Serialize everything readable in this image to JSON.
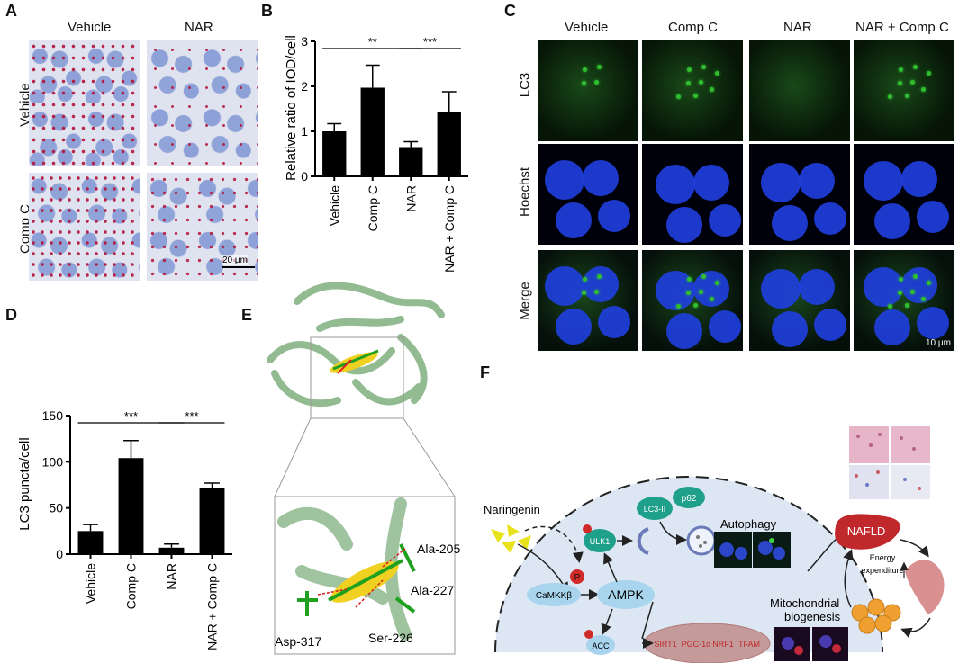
{
  "panel_letters": {
    "a": "A",
    "b": "B",
    "c": "C",
    "d": "D",
    "e": "E",
    "f": "F"
  },
  "panel_a": {
    "col_labels": [
      "Vehicle",
      "NAR"
    ],
    "row_labels": [
      "Vehicle",
      "Comp  C"
    ],
    "scale_bar": "20 μm"
  },
  "panel_c": {
    "col_labels": [
      "Vehicle",
      "Comp C",
      "NAR",
      "NAR + Comp C"
    ],
    "row_labels": [
      "LC3",
      "Hoechst",
      "Merge"
    ],
    "scale_bar": "10 μm",
    "colors": {
      "lc3": "#2fbf2f",
      "hoechst": "#1f3fe0"
    }
  },
  "panel_e": {
    "residues": [
      "Ala-205",
      "Ala-227",
      "Ser-226",
      "Asp-317"
    ],
    "colors": {
      "protein": "#7fb07f",
      "ligand": "#f0d020"
    }
  },
  "panel_f": {
    "labels": {
      "naringenin": "Naringenin",
      "camkkb": "CaMKKβ",
      "ampk": "AMPK",
      "ulk1": "ULK1",
      "acc": "ACC",
      "lc3ii": "LC3-II",
      "p62": "p62",
      "autophagy": "Autophagy",
      "mito": "Mitochondrial",
      "biogenesis": "biogenesis",
      "pathway": [
        "SIRT1",
        "PGC-1α",
        "NRF1",
        "TFAM"
      ],
      "nafld": "NAFLD",
      "energy1": "Energy",
      "energy2": "expenditure",
      "p": "P"
    },
    "colors": {
      "cell_bg": "#dde6f3",
      "node": "#a8d4ee",
      "ulk": "#1fa08a",
      "p": "#d12a2a",
      "liver": "#c0282b"
    }
  },
  "chart_data": [
    {
      "type": "bar",
      "panel": "B",
      "categories": [
        "Vehicle",
        "Comp  C",
        "NAR",
        "NAR + Comp C"
      ],
      "values": [
        1.0,
        1.97,
        0.65,
        1.43
      ],
      "errors": [
        0.17,
        0.5,
        0.12,
        0.45
      ],
      "ylabel": "Relative ratio of IOD/cell",
      "ylim": [
        0,
        3
      ],
      "yticks": [
        "0",
        "1",
        "2",
        "3"
      ],
      "significance": [
        {
          "pair": [
            0,
            2
          ],
          "label": "**"
        },
        {
          "pair": [
            2,
            3
          ],
          "label": "***"
        }
      ],
      "color": "#000000"
    },
    {
      "type": "bar",
      "panel": "D",
      "categories": [
        "Vehicle",
        "Comp C",
        "NAR",
        "NAR + Comp C"
      ],
      "values": [
        25,
        104,
        7,
        72
      ],
      "errors": [
        7,
        19,
        4,
        5
      ],
      "ylabel": "LC3 puncta/cell",
      "ylim": [
        0,
        150
      ],
      "yticks": [
        "0",
        "50",
        "100",
        "150"
      ],
      "significance": [
        {
          "pair": [
            0,
            2
          ],
          "label": "***"
        },
        {
          "pair": [
            2,
            3
          ],
          "label": "***"
        }
      ],
      "color": "#000000"
    }
  ]
}
